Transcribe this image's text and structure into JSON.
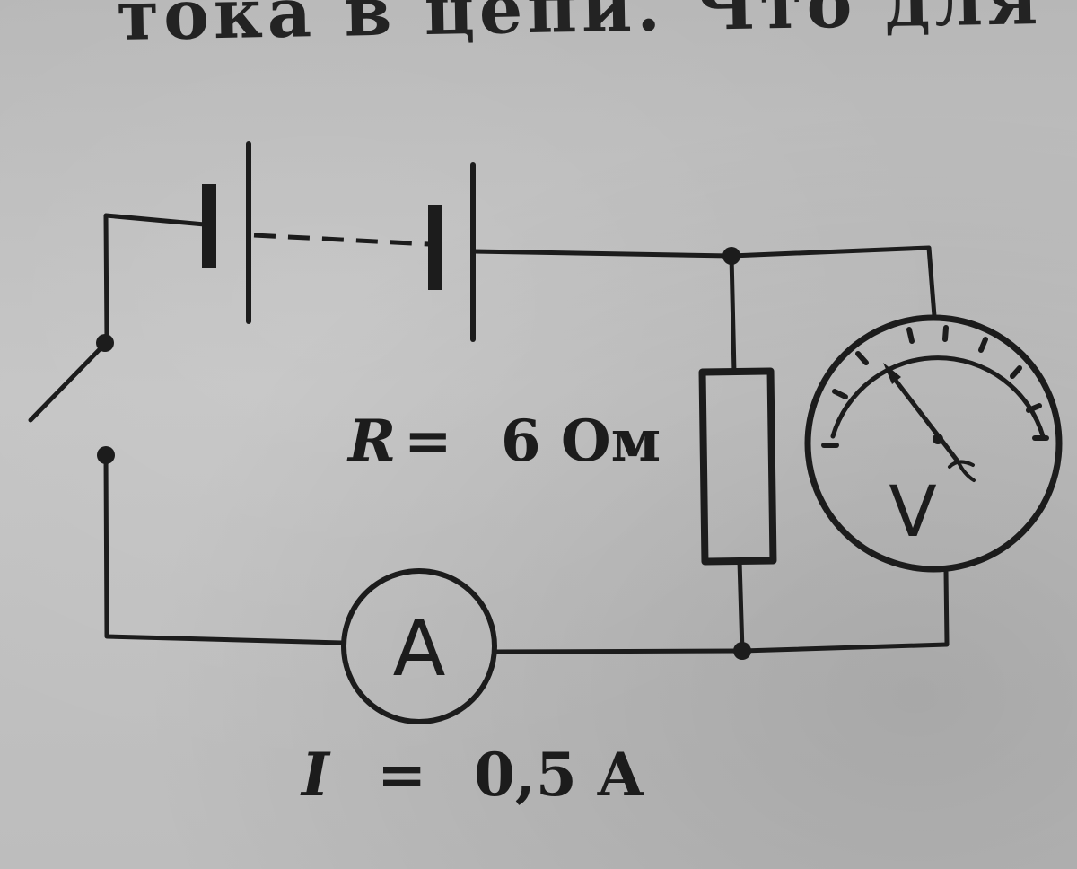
{
  "header_fragment": "тока в цепи. Что для",
  "resistor": {
    "symbol": "R",
    "equals": "=",
    "value": "6 Ом"
  },
  "ammeter": {
    "letter": "A"
  },
  "voltmeter": {
    "letter": "V"
  },
  "current_label": {
    "symbol": "I",
    "equals": "=",
    "value": "0,5 A"
  },
  "colors": {
    "ink": "#1c1c1c",
    "paper": "#bdbdbd"
  }
}
